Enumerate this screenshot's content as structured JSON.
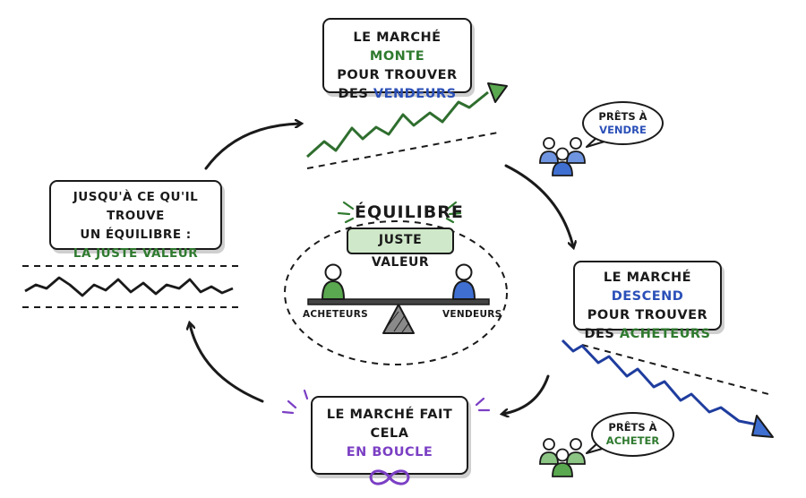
{
  "top_box": {
    "line1_a": "LE MARCHÉ ",
    "line1_b": "MONTE",
    "line2": "POUR TROUVER",
    "line3_a": "DES ",
    "line3_b": "VENDEURS"
  },
  "right_box": {
    "line1_a": "LE MARCHÉ ",
    "line1_b": "DESCEND",
    "line2": "POUR TROUVER",
    "line3_a": "DES ",
    "line3_b": "ACHETEURS"
  },
  "bottom_box": {
    "line1": "LE MARCHÉ FAIT CELA",
    "line2": "EN BOUCLE"
  },
  "left_box": {
    "line1": "JUSQU'À CE QU'IL TROUVE",
    "line2": "UN ÉQUILIBRE :",
    "line3": "LA JUSTE VALEUR"
  },
  "bubble_sell": {
    "line1": "PRÊTS À",
    "line2": "VENDRE"
  },
  "bubble_buy": {
    "line1": "PRÊTS À",
    "line2": "ACHETER"
  },
  "center": {
    "title": "ÉQUILIBRE",
    "tag": "JUSTE VALEUR",
    "left_label": "ACHETEURS",
    "right_label": "VENDEURS"
  },
  "colors": {
    "green": "#2f7a2f",
    "blue": "#2b50b8",
    "purple": "#7b3fc4",
    "light_green": "#cfe8c9",
    "person_green": "#5aa84f",
    "person_blue": "#3f6fd1"
  },
  "icons": [
    "infinity-icon",
    "sparkle-icon",
    "person-icon",
    "seesaw-icon",
    "arrow-icon"
  ]
}
